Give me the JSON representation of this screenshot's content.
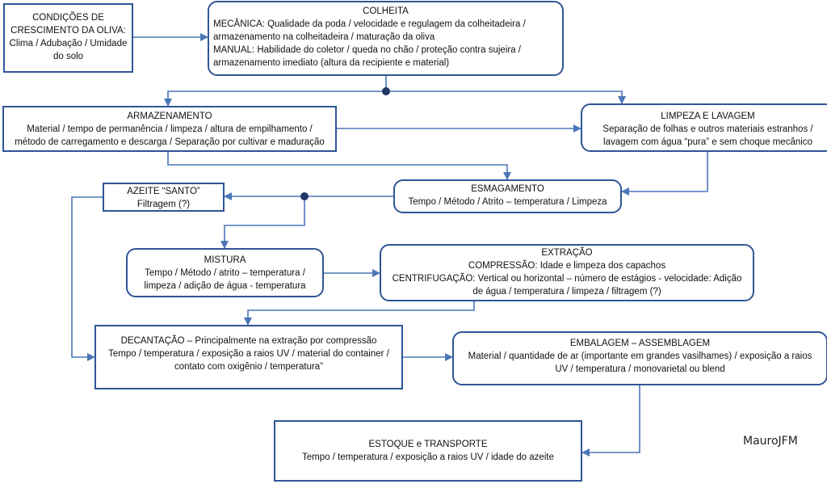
{
  "nodes": {
    "growth": {
      "lines": [
        "CONDIÇÕES DE",
        "CRESCIMENTO DA OLIVA:",
        "Clima / Adubação / Umidade",
        "do solo"
      ]
    },
    "harvest": {
      "title": "COLHEITA",
      "lines": [
        "MECÂNICA:  Qualidade da poda / velocidade e regulagem da colheitadeira /",
        "armazenamento na colheitadeira / maturação da oliva",
        "MANUAL:  Habilidade do coletor / queda no chão / proteção contra sujeira /",
        "armazenamento imediato (altura da recipiente e material)"
      ]
    },
    "storage": {
      "title": "ARMAZENAMENTO",
      "lines": [
        "Material  / tempo de permanência / limpeza / altura de empilhamento /",
        "método de carregamento e descarga / Separação por cultivar e maduração"
      ]
    },
    "cleaning": {
      "title": "LIMPEZA  E LAVAGEM",
      "lines": [
        "Separação de folhas e outros materiais estranhos /",
        "lavagem com água “pura” e sem choque mecânico"
      ]
    },
    "santo": {
      "lines": [
        "AZEITE “SANTO”",
        "Filtragem (?)"
      ]
    },
    "crushing": {
      "title": "ESMAGAMENTO",
      "lines": [
        "Tempo / Método  / Atrito – temperatura / Limpeza"
      ]
    },
    "mixing": {
      "title": "MISTURA",
      "lines": [
        "Tempo / Método  / atrito – temperatura /",
        "limpeza / adição de água - temperatura"
      ]
    },
    "extraction": {
      "title": "EXTRAÇÃO",
      "lines": [
        "COMPRESSÃO: Idade e limpeza dos capachos",
        "CENTRIFUGAÇÃO: Vertical ou horizontal – número de estágios - velocidade: Adição",
        "de água / temperatura / limpeza / filtragem (?)"
      ]
    },
    "decanting": {
      "lines": [
        "DECANTAÇÃO – Principalmente na extração por compressão",
        "Tempo / temperatura / exposição a raios UV / material do container /",
        "contato com oxigênio / temperatura”"
      ]
    },
    "packaging": {
      "title": "EMBALAGEM  – ASSEMBLAGEM",
      "lines": [
        "Material  / quantidade de ar (importante em grandes vasilhames) / exposição a raios",
        "UV / temperatura / monovarietal ou blend"
      ]
    },
    "stock": {
      "title": "ESTOQUE e TRANSPORTE",
      "lines": [
        "Tempo / temperatura / exposição a raios UV / idade do azeite"
      ]
    }
  },
  "signature": "MauroJFM",
  "colors": {
    "border": "#2f5597",
    "arrow": "#4a76b8",
    "junction": "#1f3864"
  }
}
